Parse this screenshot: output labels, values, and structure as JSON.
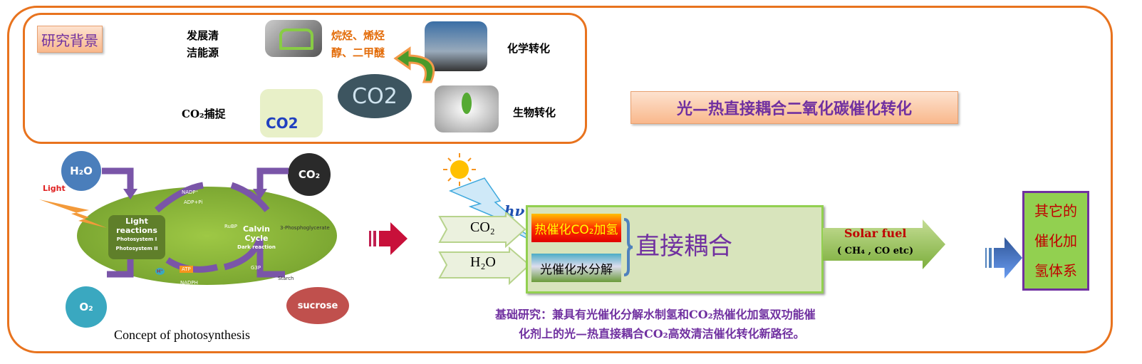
{
  "background": {
    "label": "研究背景",
    "clean_energy": [
      "发展清",
      "洁能源"
    ],
    "products": [
      "烷烃、烯烃",
      "醇、二甲醚"
    ],
    "chemical": "化学转化",
    "capture": "CO₂捕捉",
    "bio": "生物转化",
    "co2_logo": "CO2"
  },
  "title": "光—热直接耦合二氧化碳催化转化",
  "photosynthesis": {
    "h2o": "H₂O",
    "co2": "CO₂",
    "o2": "O₂",
    "sucrose": "sucrose",
    "light": "Light",
    "light_reactions": [
      "Light",
      "reactions"
    ],
    "photosystems": [
      "Photosystem I",
      "Photosystem II"
    ],
    "calvin": [
      "Calvin",
      "Cycle"
    ],
    "dark": "Dark reaction",
    "nadp": "NADP⁺",
    "adp": "ADP+Pi",
    "rubp": "RuBP",
    "pga": "3-Phosphoglycerate",
    "atp": "ATP",
    "nadph": "NADPH",
    "g3p": "G3P",
    "starch": "Starch",
    "hplus": "H⁺",
    "caption": "Concept of photosynthesis"
  },
  "process": {
    "hv": "hν",
    "in_co2": "CO₂",
    "in_h2o": "H₂O",
    "thermal": "热催化CO₂加氢",
    "photo": "光催化水分解",
    "coupling": "直接耦合",
    "solar_fuel": "Solar fuel",
    "fuel_examples": "( CH₄ , CO etc)"
  },
  "other": [
    "其它的",
    "催化加",
    "氢体系"
  ],
  "basic_research": [
    "基础研究：兼具有光催化分解水制氢和CO₂热催化加氢双功能催",
    "化剂上的光—热直接耦合CO₂高效清洁催化转化新路径。"
  ]
}
